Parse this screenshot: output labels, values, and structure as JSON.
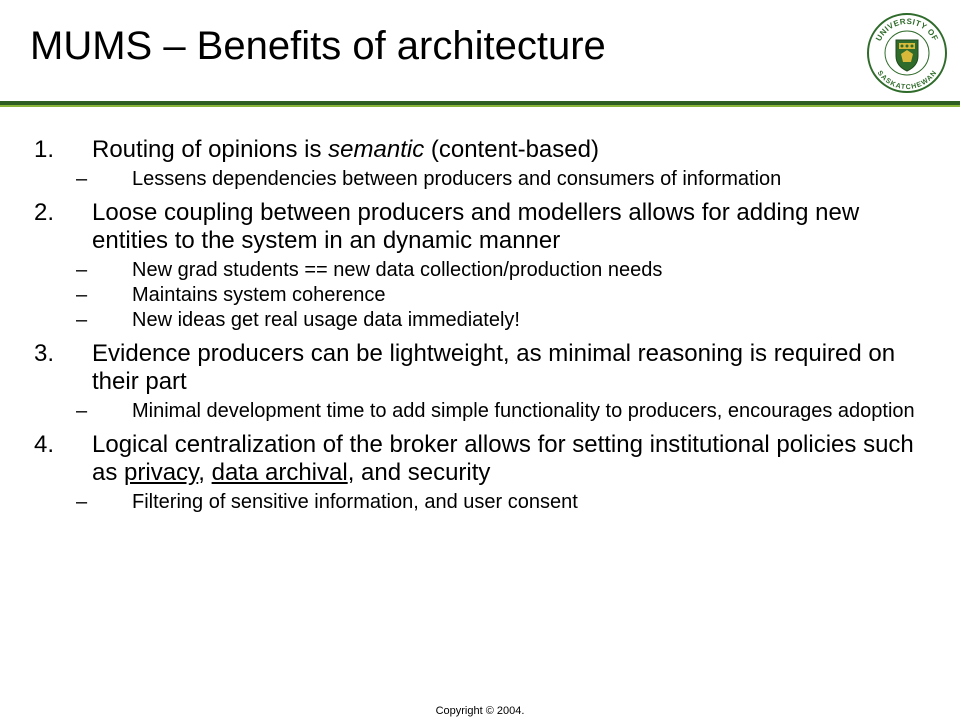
{
  "slide": {
    "title": "MUMS – Benefits of architecture",
    "footer": "Copyright © 2004.",
    "colors": {
      "rule_dark": "#2e5e22",
      "rule_light": "#8ab63a",
      "logo_green": "#2f6b2a",
      "logo_gold": "#d9b93a"
    },
    "logo": {
      "text_top": "UNIVERSITY OF",
      "text_bottom": "SASKATCHEWAN"
    },
    "items": [
      {
        "number": "1.",
        "text_a": "Routing of opinions is ",
        "text_italic": "semantic",
        "text_b": " (content-based)",
        "subs": [
          {
            "dash": "–",
            "text": "Lessens dependencies between producers and consumers of information"
          }
        ]
      },
      {
        "number": "2.",
        "text": "Loose coupling between producers and modellers allows for adding new entities to the system in an dynamic manner",
        "subs": [
          {
            "dash": "–",
            "text": "New grad students == new data collection/production needs"
          },
          {
            "dash": "–",
            "text": "Maintains system coherence"
          },
          {
            "dash": "–",
            "text": "New ideas get real usage data immediately!"
          }
        ]
      },
      {
        "number": "3.",
        "text": "Evidence producers can be lightweight, as minimal reasoning is required on their part",
        "subs": [
          {
            "dash": "–",
            "text": "Minimal development time to add simple functionality to producers, encourages adoption"
          }
        ]
      },
      {
        "number": "4.",
        "text_a": "Logical centralization of the broker allows for setting institutional policies such as ",
        "link_1": "privacy",
        "text_b": ", ",
        "link_2": "data archival",
        "text_c": ", and security",
        "subs": [
          {
            "dash": "–",
            "text": "Filtering of sensitive information, and user consent"
          }
        ]
      }
    ]
  }
}
